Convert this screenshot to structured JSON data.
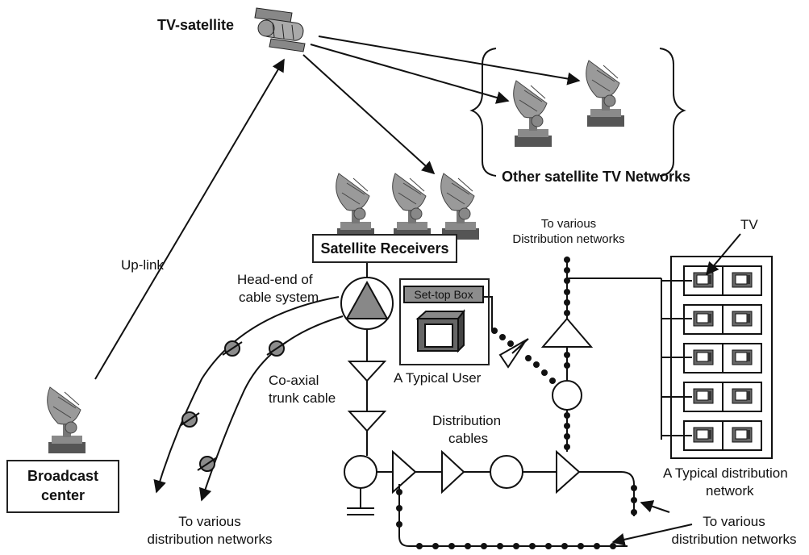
{
  "labels": {
    "satellite": "TV-satellite",
    "other_networks": "Other satellite TV Networks",
    "satellite_receivers": "Satellite Receivers",
    "uplink": "Up-link",
    "headend_line1": "Head-end of",
    "headend_line2": "cable system",
    "settop": "Set-top Box",
    "typical_user": "A Typical User",
    "coaxial_line1": "Co-axial",
    "coaxial_line2": "trunk cable",
    "distribution_cables_line1": "Distribution",
    "distribution_cables_line2": "cables",
    "to_various_top_line1": "To various",
    "to_various_top_line2": "Distribution networks",
    "tv": "TV",
    "typical_distribution_line1": "A Typical distribution",
    "typical_distribution_line2": "network",
    "broadcast_line1": "Broadcast",
    "broadcast_line2": "center",
    "to_various_bl_line1": "To various",
    "to_various_bl_line2": "distribution networks",
    "to_various_br_line1": "To various",
    "to_various_br_line2": "distribution networks"
  },
  "colors": {
    "ink": "#111111",
    "node_fill": "#8c8c8c",
    "dish": "#9a9a9a",
    "base": "#555555"
  },
  "icons": [
    "satellite-icon",
    "dish-antenna-icon",
    "tv-icon",
    "amplifier-icon",
    "splitter-icon",
    "ground-icon"
  ]
}
